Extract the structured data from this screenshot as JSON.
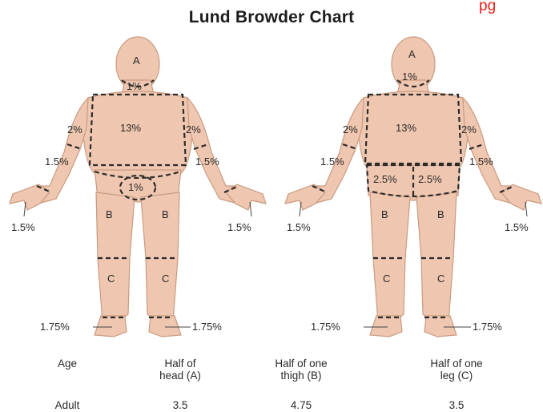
{
  "corner_mark": "pg",
  "title": "Lund Browder Chart",
  "front_labels": {
    "head": "A",
    "neck": "1%",
    "trunk": "13%",
    "upper_arm_left": "2%",
    "upper_arm_right": "2%",
    "forearm_left": "1.5%",
    "forearm_right": "1.5%",
    "hand_left": "1.5%",
    "hand_right": "1.5%",
    "genitals": "1%",
    "thigh_left": "B",
    "thigh_right": "B",
    "leg_left": "C",
    "leg_right": "C",
    "foot_left": "1.75%",
    "foot_right": "1.75%"
  },
  "back_labels": {
    "head": "A",
    "neck": "1%",
    "trunk": "13%",
    "upper_arm_left": "2%",
    "upper_arm_right": "2%",
    "forearm_left": "1.5%",
    "forearm_right": "1.5%",
    "buttock_left": "2.5%",
    "buttock_right": "2.5%",
    "hand_left": "1.5%",
    "hand_right": "1.5%",
    "thigh_left": "B",
    "thigh_right": "B",
    "leg_left": "C",
    "leg_right": "C",
    "foot_left": "1.75%",
    "foot_right": "1.75%"
  },
  "table": {
    "headers": [
      "Age",
      "Half of head (A)",
      "Half of one thigh (B)",
      "Half of one leg (C)"
    ],
    "header_lines": [
      [
        "Age"
      ],
      [
        "Half of",
        "head (A)"
      ],
      [
        "Half of one",
        "thigh (B)"
      ],
      [
        "Half of one",
        "leg (C)"
      ]
    ],
    "rows": [
      [
        "Adult",
        "3.5",
        "4.75",
        "3.5"
      ]
    ]
  }
}
